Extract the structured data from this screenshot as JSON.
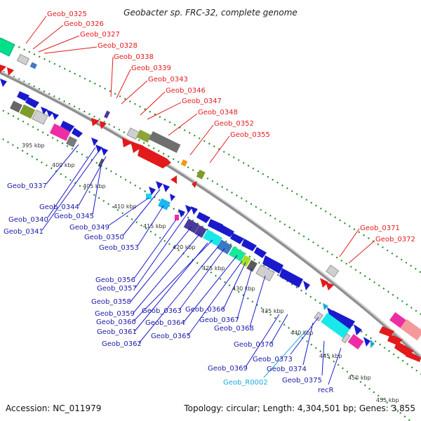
{
  "title": "Geobacter sp. FRC-32, complete genome",
  "footer": {
    "accession": "Accession: NC_011979",
    "summary": "Topology: circular; Length: 4,304,501 bp; Genes: 3,855"
  },
  "ticks": [
    "395 kbp",
    "400 kbp",
    "405 kbp",
    "410 kbp",
    "415 kbp",
    "420 kbp",
    "425 kbp",
    "430 kbp",
    "435 kbp",
    "440 kbp",
    "445 kbp",
    "450 kbp",
    "455 kbp"
  ],
  "labels_top": [
    "Geob_0325",
    "Geob_0326",
    "Geob_0327",
    "Geob_0328",
    "Geob_0338",
    "Geob_0339",
    "Geob_0343",
    "Geob_0346",
    "Geob_0347",
    "Geob_0348",
    "Geob_0352",
    "Geob_0355",
    "Geob_0371",
    "Geob_0372"
  ],
  "labels_bottom": [
    "Geob_0337",
    "Geob_0344",
    "Geob_0340",
    "Geob_0345",
    "Geob_0341",
    "Geob_0349",
    "Geob_0350",
    "Geob_0353",
    "Geob_0356",
    "Geob_0357",
    "Geob_0358",
    "Geob_0359",
    "Geob_0363",
    "Geob_0366",
    "Geob_0360",
    "Geob_0364",
    "Geob_0367",
    "Geob_0361",
    "Geob_0365",
    "Geob_0368",
    "Geob_0362",
    "Geob_0370",
    "Geob_0373",
    "Geob_0369",
    "Geob_0374",
    "Geob_0375",
    "Geob_R0002",
    "recR"
  ],
  "colors": {
    "forward": "#e31a1c",
    "reverse": "#1a1acc",
    "rna": "#19a9d8",
    "backbone": "#8c8c8c",
    "grid": "#2e8b2e"
  }
}
